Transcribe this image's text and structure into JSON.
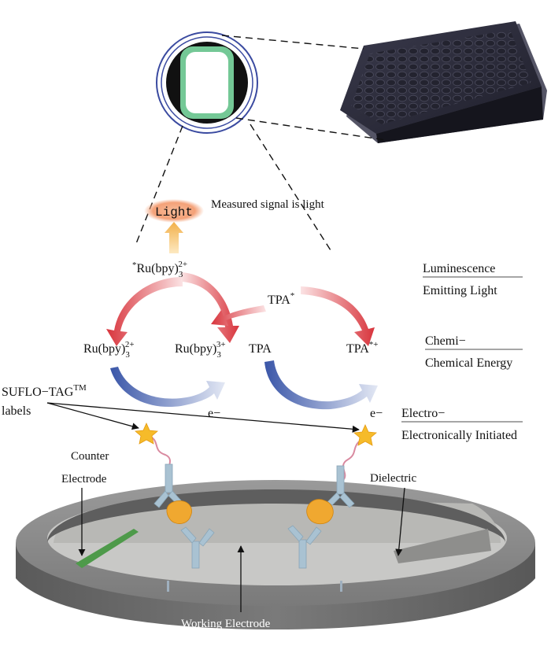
{
  "signal": {
    "light_tag": "Light",
    "measured": "Measured signal is light"
  },
  "species": {
    "ru_excited": {
      "pre": "*",
      "base": "Ru(bpy)",
      "sub": "3",
      "sup": "2+"
    },
    "ru_left": {
      "base": "Ru(bpy)",
      "sub": "3",
      "sup": "2+"
    },
    "ru_right": {
      "base": "Ru(bpy)",
      "sub": "3",
      "sup": "3+"
    },
    "tpa_rad": {
      "base": "TPA",
      "sup": "*"
    },
    "tpa": {
      "base": "TPA"
    },
    "tpa_cation": {
      "base": "TPA",
      "sup": "*+"
    },
    "electron_left": "e−",
    "electron_right": "e−"
  },
  "legend": [
    {
      "top": "Luminescence",
      "bottom": "Emitting Light"
    },
    {
      "top": "Chemi−",
      "bottom": "Chemical Energy"
    },
    {
      "top": "Electro−",
      "bottom": "Electronically Initiated"
    }
  ],
  "labels": {
    "sulfo_line1": "SUFLO−TAG",
    "sulfo_tm": "TM",
    "sulfo_line2": "labels",
    "counter_1": "Counter",
    "counter_2": "Electrode",
    "dielectric": "Dielectric",
    "working": "Working Electrode"
  },
  "colors": {
    "red_arrow": "#d8343c",
    "blue_arrow": "#3a56a8",
    "plate": "#2e2e3e",
    "well_rim": "#74c896",
    "dish_top": "#8a8a8a",
    "dish_side": "#6a6a6a",
    "antibody": "#a9c2d2",
    "antigen": "#f0a830",
    "star": "#f6bb2a",
    "light_glow": "#f4a178"
  }
}
